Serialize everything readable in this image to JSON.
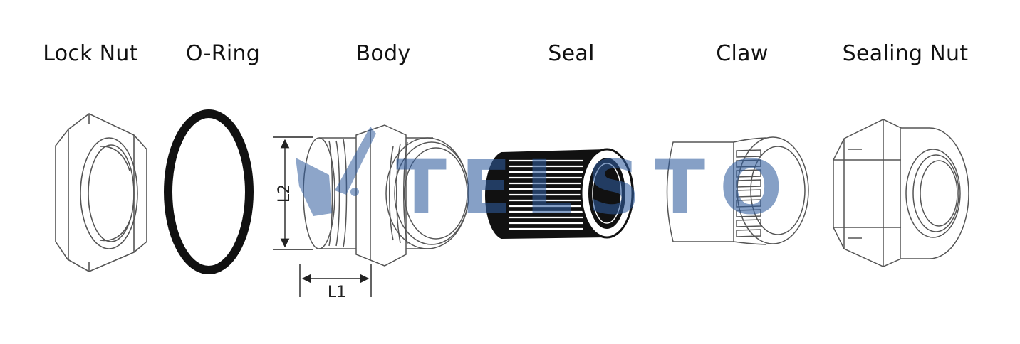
{
  "parts": [
    {
      "label": "Lock Nut"
    },
    {
      "label": "O-Ring"
    },
    {
      "label": "Body"
    },
    {
      "label": "Seal"
    },
    {
      "label": "Claw"
    },
    {
      "label": "Sealing Nut"
    }
  ],
  "dimensions": {
    "height_label": "L2",
    "length_label": "L1"
  },
  "watermark": {
    "text": "TELSTO",
    "color": "#2f5b9c"
  }
}
